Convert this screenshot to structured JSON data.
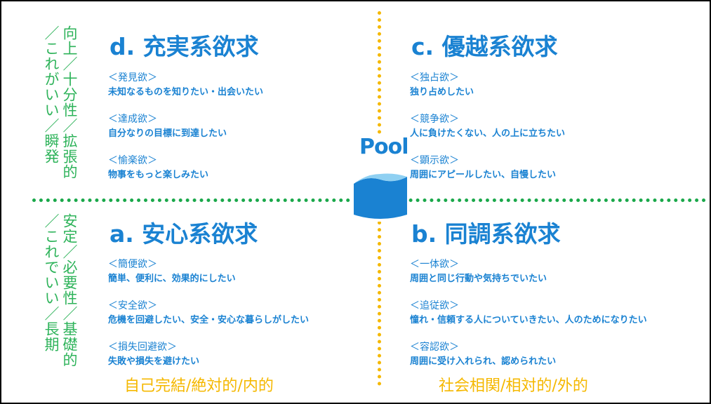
{
  "left_axis": {
    "top": [
      "向上／十分性／拡張的",
      "／これがいい／瞬発"
    ],
    "bottom": [
      "安定／必要性／基礎的",
      "／これでいい／長期"
    ]
  },
  "quadrants": {
    "d": {
      "title": "d. 充実系欲求",
      "items": [
        {
          "label": "＜発見欲＞",
          "desc": "未知なるものを知りたい・出会いたい"
        },
        {
          "label": "＜達成欲＞",
          "desc": "自分なりの目標に到達したい"
        },
        {
          "label": "＜愉楽欲＞",
          "desc": "物事をもっと楽しみたい"
        }
      ]
    },
    "c": {
      "title": "c. 優越系欲求",
      "items": [
        {
          "label": "＜独占欲＞",
          "desc": "独り占めしたい"
        },
        {
          "label": "＜競争欲＞",
          "desc": "人に負けたくない、人の上に立ちたい"
        },
        {
          "label": "＜顕示欲＞",
          "desc": "周囲にアピールしたい、自慢したい"
        }
      ]
    },
    "a": {
      "title": "a. 安心系欲求",
      "items": [
        {
          "label": "＜簡便欲＞",
          "desc": "簡単、便利に、効果的にしたい"
        },
        {
          "label": "＜安全欲＞",
          "desc": "危機を回避したい、安全・安心な暮らしがしたい"
        },
        {
          "label": "＜損失回避欲＞",
          "desc": "失敗や損失を避けたい"
        }
      ]
    },
    "b": {
      "title": "b. 同調系欲求",
      "items": [
        {
          "label": "＜一体欲＞",
          "desc": "周囲と同じ行動や気持ちでいたい"
        },
        {
          "label": "＜追従欲＞",
          "desc": "憧れ・信頼する人についていきたい、人のためになりたい"
        },
        {
          "label": "＜容認欲＞",
          "desc": "周囲に受け入れられ、認められたい"
        }
      ]
    }
  },
  "bottom_axis": {
    "left": "自己完結/絶対的/内的",
    "right": "社会相関/相対的/外的"
  },
  "logo": "Pool",
  "colors": {
    "blue": "#1a82d2",
    "green": "#2eb35a",
    "yellow": "#f5b800"
  }
}
